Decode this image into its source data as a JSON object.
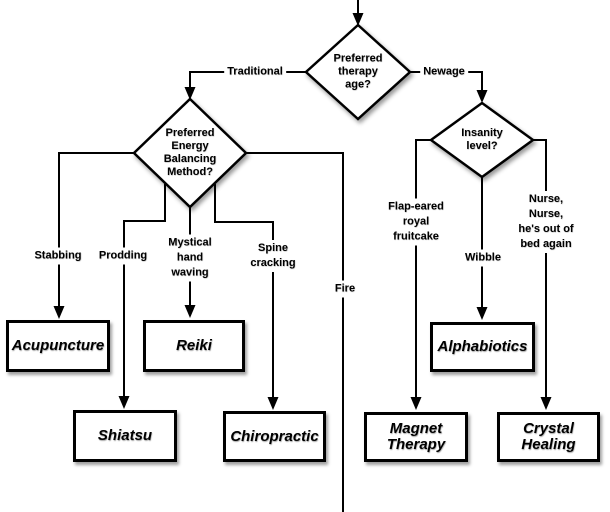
{
  "colors": {
    "background": "#ffffff",
    "line": "#000000",
    "node_fill": "#ffffff",
    "node_border": "#000000",
    "shadow": "rgba(0,0,0,0.4)"
  },
  "flowchart": {
    "start_question": "Preferred\ntherapy\nage?",
    "branch_traditional": "Traditional",
    "branch_newage": "Newage",
    "traditional": {
      "question": "Preferred\nEnergy\nBalancing\nMethod?",
      "branches": {
        "stabbing": "Stabbing",
        "prodding": "Prodding",
        "mystical": "Mystical\nhand\nwaving",
        "spine": "Spine\ncracking",
        "fire": "Fire"
      },
      "outcomes": {
        "acupuncture": "Acupuncture",
        "reiki": "Reiki",
        "shiatsu": "Shiatsu",
        "chiropractic": "Chiropractic"
      }
    },
    "newage": {
      "question": "Insanity\nlevel?",
      "branches": {
        "fruitcake": "Flap-eared\nroyal\nfruitcake",
        "wibble": "Wibble",
        "nurse": "Nurse, Nurse,\nhe's out of\nbed again"
      },
      "outcomes": {
        "magnet": "Magnet\nTherapy",
        "alphabiotics": "Alphabiotics",
        "crystal": "Crystal\nHealing"
      }
    }
  }
}
